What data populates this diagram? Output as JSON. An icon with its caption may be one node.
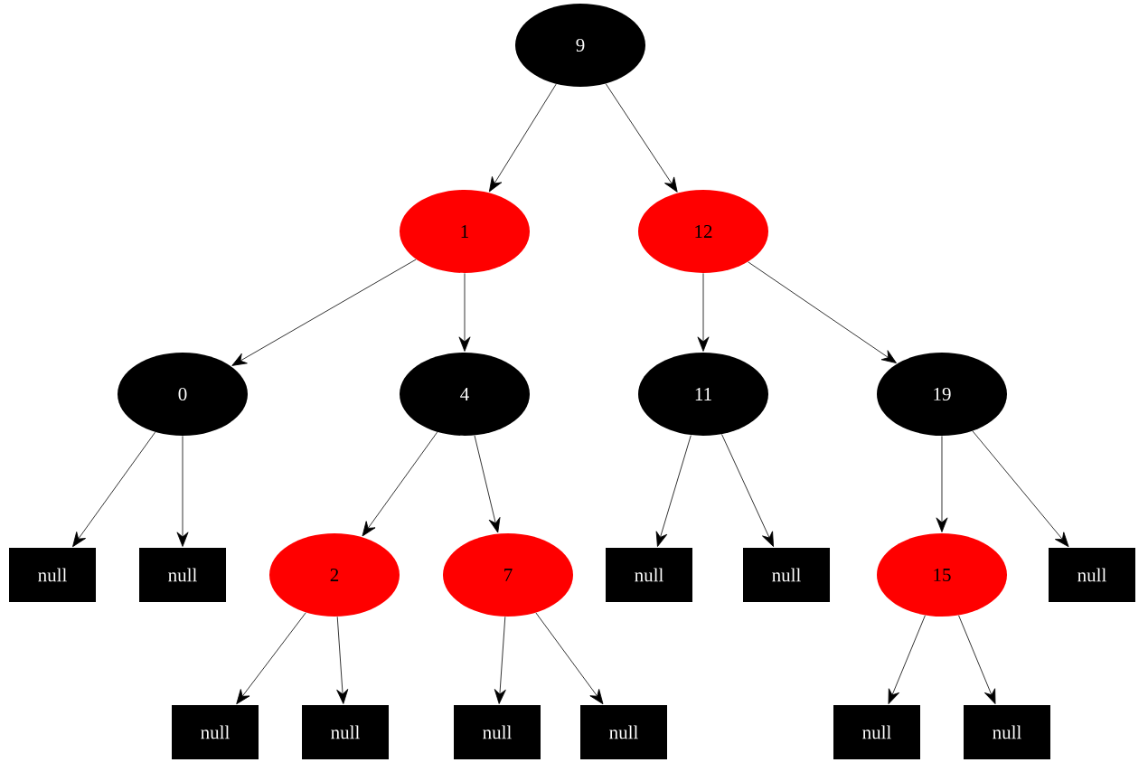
{
  "diagram": {
    "nodes": [
      {
        "text": [
          "9"
        ]
      },
      {
        "text": [
          "1"
        ]
      },
      {
        "text": [
          "0"
        ]
      },
      {
        "text": [
          "null"
        ]
      },
      {
        "text": [
          "null"
        ]
      },
      {
        "text": [
          "4"
        ]
      },
      {
        "text": [
          "2"
        ]
      },
      {
        "text": [
          "null"
        ]
      },
      {
        "text": [
          "null"
        ]
      },
      {
        "text": [
          "7"
        ]
      },
      {
        "text": [
          "null"
        ]
      },
      {
        "text": [
          "null"
        ]
      },
      {
        "text": [
          "12"
        ]
      },
      {
        "text": [
          "11"
        ]
      },
      {
        "text": [
          "null"
        ]
      },
      {
        "text": [
          "null"
        ]
      },
      {
        "text": [
          "19"
        ]
      },
      {
        "text": [
          "15"
        ]
      },
      {
        "text": [
          "null"
        ]
      },
      {
        "text": [
          "null"
        ]
      },
      {
        "text": [
          "null"
        ]
      }
    ],
    "edges": [
      {
        "from": 0,
        "to": 1,
        "arrow": "to"
      },
      {
        "from": 0,
        "to": 12,
        "arrow": "to"
      },
      {
        "from": 1,
        "to": 2,
        "arrow": "to"
      },
      {
        "from": 1,
        "to": 5,
        "arrow": "to"
      },
      {
        "from": 2,
        "to": 3,
        "arrow": "to"
      },
      {
        "from": 2,
        "to": 4,
        "arrow": "to"
      },
      {
        "from": 5,
        "to": 6,
        "arrow": "to"
      },
      {
        "from": 5,
        "to": 9,
        "arrow": "to"
      },
      {
        "from": 6,
        "to": 7,
        "arrow": "to"
      },
      {
        "from": 6,
        "to": 8,
        "arrow": "to"
      },
      {
        "from": 9,
        "to": 10,
        "arrow": "to"
      },
      {
        "from": 9,
        "to": 11,
        "arrow": "to"
      },
      {
        "from": 12,
        "to": 13,
        "arrow": "to"
      },
      {
        "from": 12,
        "to": 16,
        "arrow": "to"
      },
      {
        "from": 13,
        "to": 14,
        "arrow": "to"
      },
      {
        "from": 13,
        "to": 15,
        "arrow": "to"
      },
      {
        "from": 16,
        "to": 17,
        "arrow": "to"
      },
      {
        "from": 16,
        "to": 20,
        "arrow": "to"
      },
      {
        "from": 17,
        "to": 18,
        "arrow": "to"
      },
      {
        "from": 17,
        "to": 19,
        "arrow": "to"
      }
    ]
  }
}
